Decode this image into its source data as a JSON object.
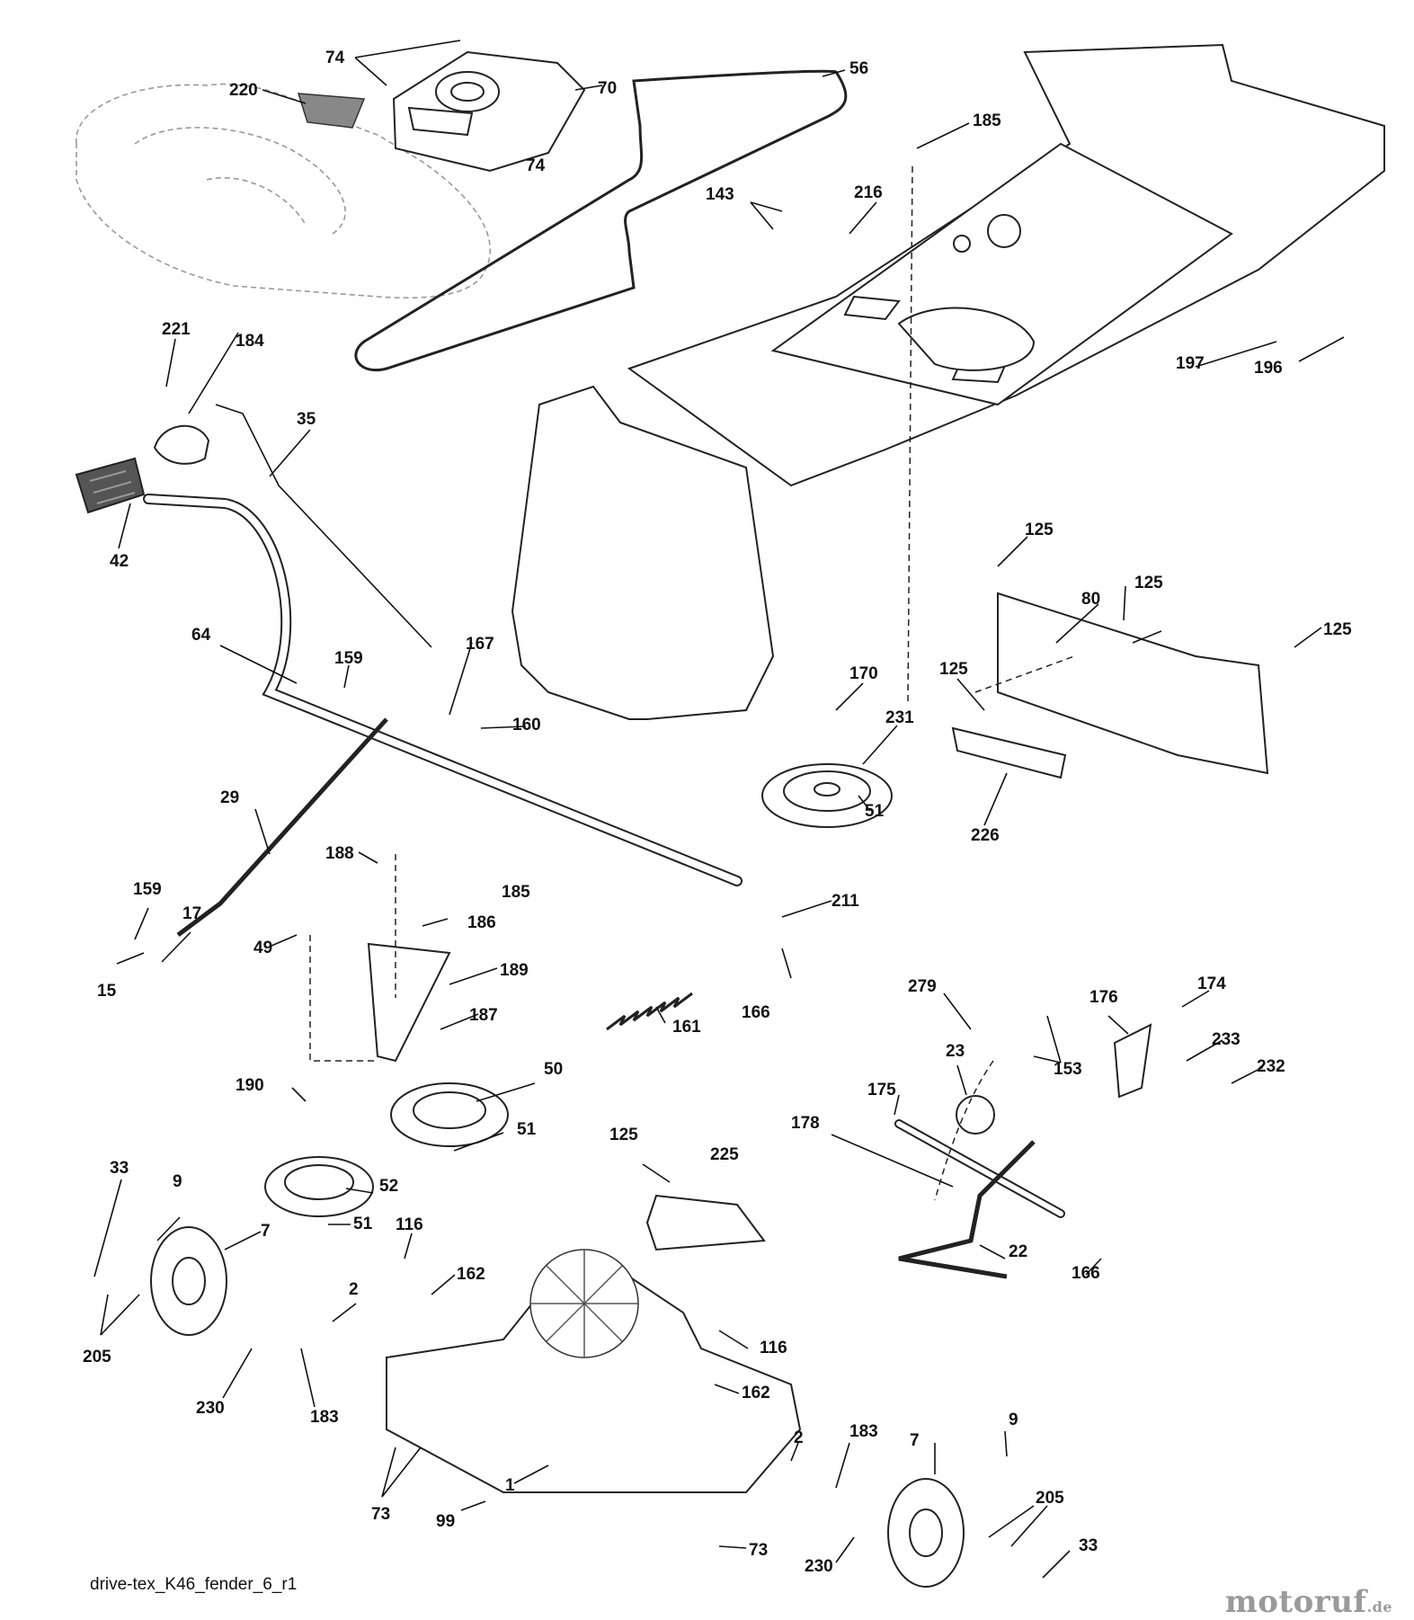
{
  "diagram": {
    "caption": "drive-tex_K46_fender_6_r1",
    "watermark": {
      "name": "motoruf",
      "tld": ".de",
      "color": "#9a9a9a",
      "accent": "#e8a000"
    },
    "labels": {
      "l74a": "74",
      "l74b": "74",
      "l220": "220",
      "l70": "70",
      "l56": "56",
      "l185a": "185",
      "l143": "143",
      "l216": "216",
      "l221": "221",
      "l184": "184",
      "l35": "35",
      "l42": "42",
      "l197": "197",
      "l196": "196",
      "l64": "64",
      "l159a": "159",
      "l167": "167",
      "l160": "160",
      "l125a": "125",
      "l80": "80",
      "l125b": "125",
      "l125c": "125",
      "l125d": "125",
      "l170": "170",
      "l231": "231",
      "l51a": "51",
      "l226": "226",
      "l29": "29",
      "l188": "188",
      "l185b": "185",
      "l211": "211",
      "l159b": "159",
      "l17": "17",
      "l186": "186",
      "l49": "49",
      "l189": "189",
      "l15": "15",
      "l166a": "166",
      "l187": "187",
      "l161": "161",
      "l279": "279",
      "l176": "176",
      "l174": "174",
      "l233": "233",
      "l232": "232",
      "l23": "23",
      "l153": "153",
      "l190": "190",
      "l50": "50",
      "l175": "175",
      "l51b": "51",
      "l178": "178",
      "l125e": "125",
      "l225": "225",
      "l33a": "33",
      "l9a": "9",
      "l52": "52",
      "l7a": "7",
      "l51c": "51",
      "l116a": "116",
      "l162a": "162",
      "l2a": "2",
      "l22": "22",
      "l166b": "166",
      "l205a": "205",
      "l116b": "116",
      "l230a": "230",
      "l183a": "183",
      "l162b": "162",
      "l2b": "2",
      "l183b": "183",
      "l7b": "7",
      "l9b": "9",
      "l1": "1",
      "l73a": "73",
      "l205b": "205",
      "l99": "99",
      "l73b": "73",
      "l230b": "230",
      "l33b": "33"
    }
  }
}
